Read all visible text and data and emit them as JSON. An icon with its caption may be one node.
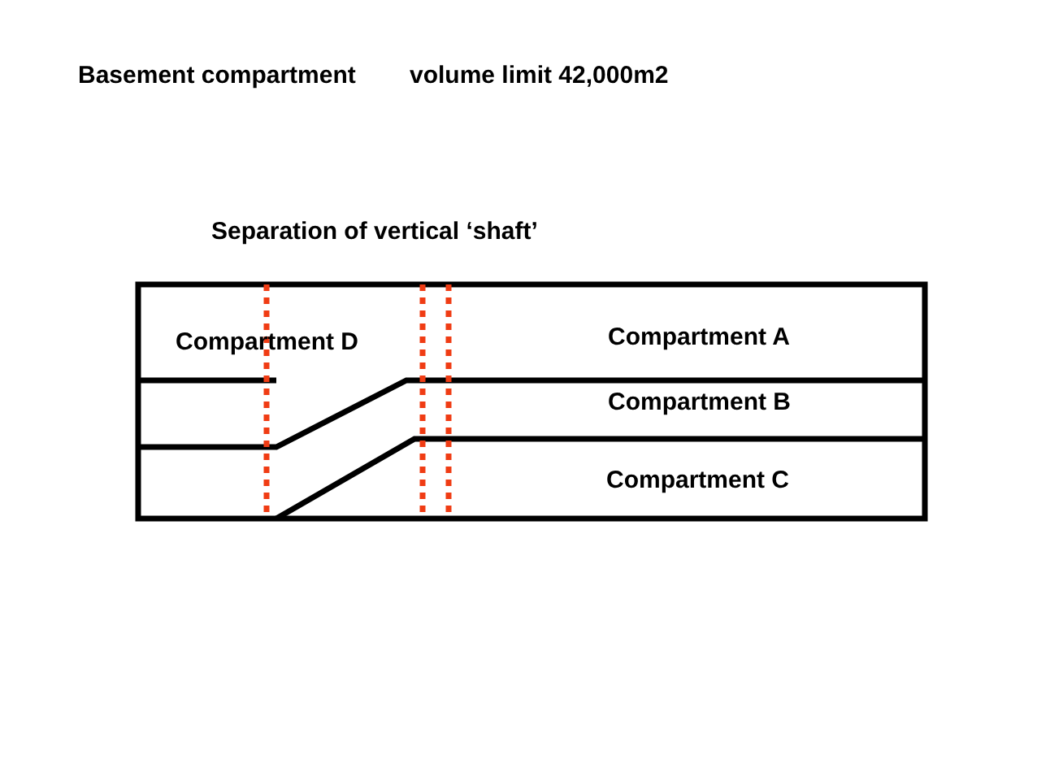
{
  "diagram": {
    "title": "Basement compartment",
    "labels": [
      "volume limit 42,000m2",
      "Separation of vertical ‘shaft’",
      "Compartment D",
      "Compartment A",
      "Compartment B",
      "Compartment C"
    ]
  }
}
